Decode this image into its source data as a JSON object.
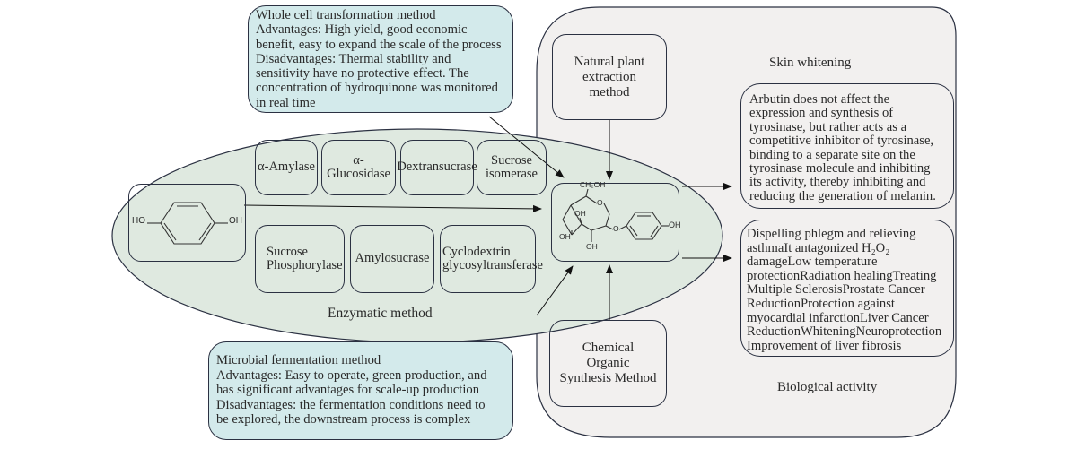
{
  "colors": {
    "ellipse_fill": "#dfe9e0",
    "callout_fill": "#d3eaeb",
    "panel_fill": "#f2f0ef",
    "stroke": "#2b3142"
  },
  "whole_cell": {
    "title": "Whole cell transformation method",
    "lines": [
      "Advantages: High yield, good economic",
      "benefit, easy to expand the scale of the process",
      "Disadvantages: Thermal stability and",
      "sensitivity have no protective effect. The",
      "concentration of hydroquinone was monitored",
      "in real time"
    ]
  },
  "microbial": {
    "title": "Microbial fermentation method",
    "lines": [
      "Advantages: Easy to operate, green production, and",
      "has significant advantages for scale-up production",
      "Disadvantages: the fermentation conditions need to",
      "be explored, the downstream process is complex"
    ]
  },
  "enzymatic": {
    "label": "Enzymatic method",
    "substrate": {
      "left_group": "HO",
      "right_group": "OH",
      "icon": "hydroquinone-structure"
    },
    "enzymes_top": [
      "α-Amylase",
      "α-Glucosidase",
      "Dextransucrase",
      "Sucrose isomerase"
    ],
    "enzymes_bottom": [
      "Sucrose Phosphorylase",
      "Amylosucrase",
      "Cyclodextrin glycosyltransferase"
    ]
  },
  "product": {
    "icon": "arbutin-structure",
    "labels": {
      "ch2oh": "CH₂OH",
      "oh1": "OH",
      "oh2": "OH",
      "oh3": "OH",
      "o_ring": "O",
      "o_link": "O",
      "oh_phenol": "OH"
    }
  },
  "methods": {
    "natural_plant": "Natural plant extraction method",
    "chemical": "Chemical Organic Synthesis Method"
  },
  "skin_whitening": {
    "label": "Skin whitening",
    "lines": [
      "Arbutin does not affect the",
      "expression and synthesis of",
      "tyrosinase, but rather acts as a",
      "competitive inhibitor of tyrosinase,",
      "binding to a separate site on the",
      "tyrosinase molecule and inhibiting",
      "its activity, thereby inhibiting and",
      "reducing the generation of melanin."
    ]
  },
  "biological_activity": {
    "label": "Biological activity",
    "lines": [
      "Dispelling phlegm and relieving",
      "asthmaIt antagonized H₂O₂",
      "damageLow temperature",
      "protectionRadiation healingTreating",
      "Multiple SclerosisProstate Cancer",
      "ReductionProtection against",
      "myocardial infarctionLiver Cancer",
      "ReductionWhiteningNeuroprotection",
      "Improvement of liver fibrosis"
    ]
  }
}
